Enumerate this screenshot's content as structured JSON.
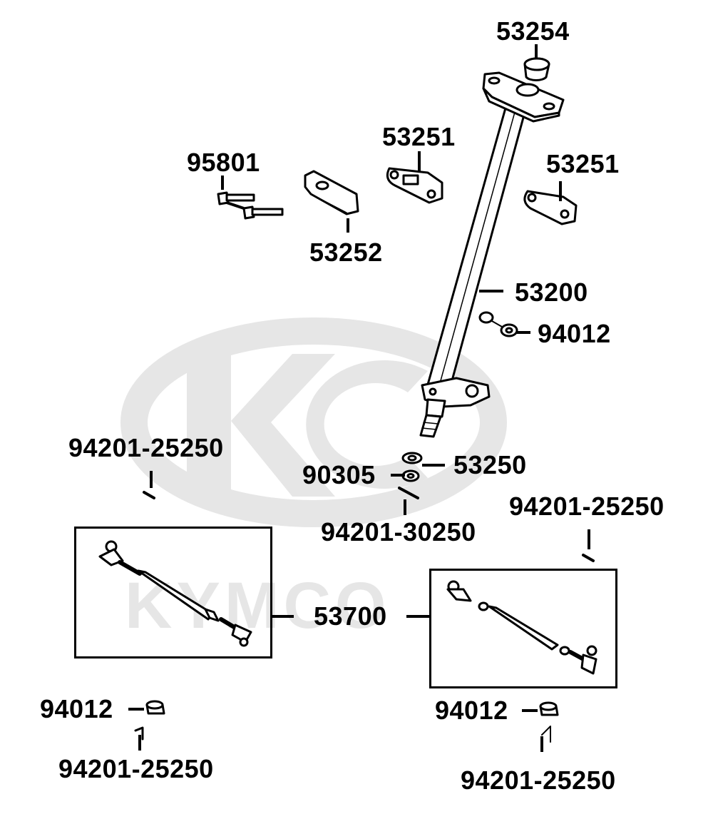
{
  "watermark": {
    "brand": "KYMCO",
    "logo_letters": "KC"
  },
  "parts": {
    "p53254": "53254",
    "p53251_a": "53251",
    "p53251_b": "53251",
    "p95801": "95801",
    "p53252": "53252",
    "p53200": "53200",
    "p94012_top": "94012",
    "p94201_25250_left": "94201-25250",
    "p90305": "90305",
    "p53250": "53250",
    "p94201_30250": "94201-30250",
    "p94201_25250_right": "94201-25250",
    "p53700": "53700",
    "p94012_bl": "94012",
    "p94201_25250_bl": "94201-25250",
    "p94012_br": "94012",
    "p94201_25250_br": "94201-25250"
  },
  "colors": {
    "ink": "#000000",
    "watermark": "#e6e6e6",
    "part_fill": "#ffffff"
  }
}
